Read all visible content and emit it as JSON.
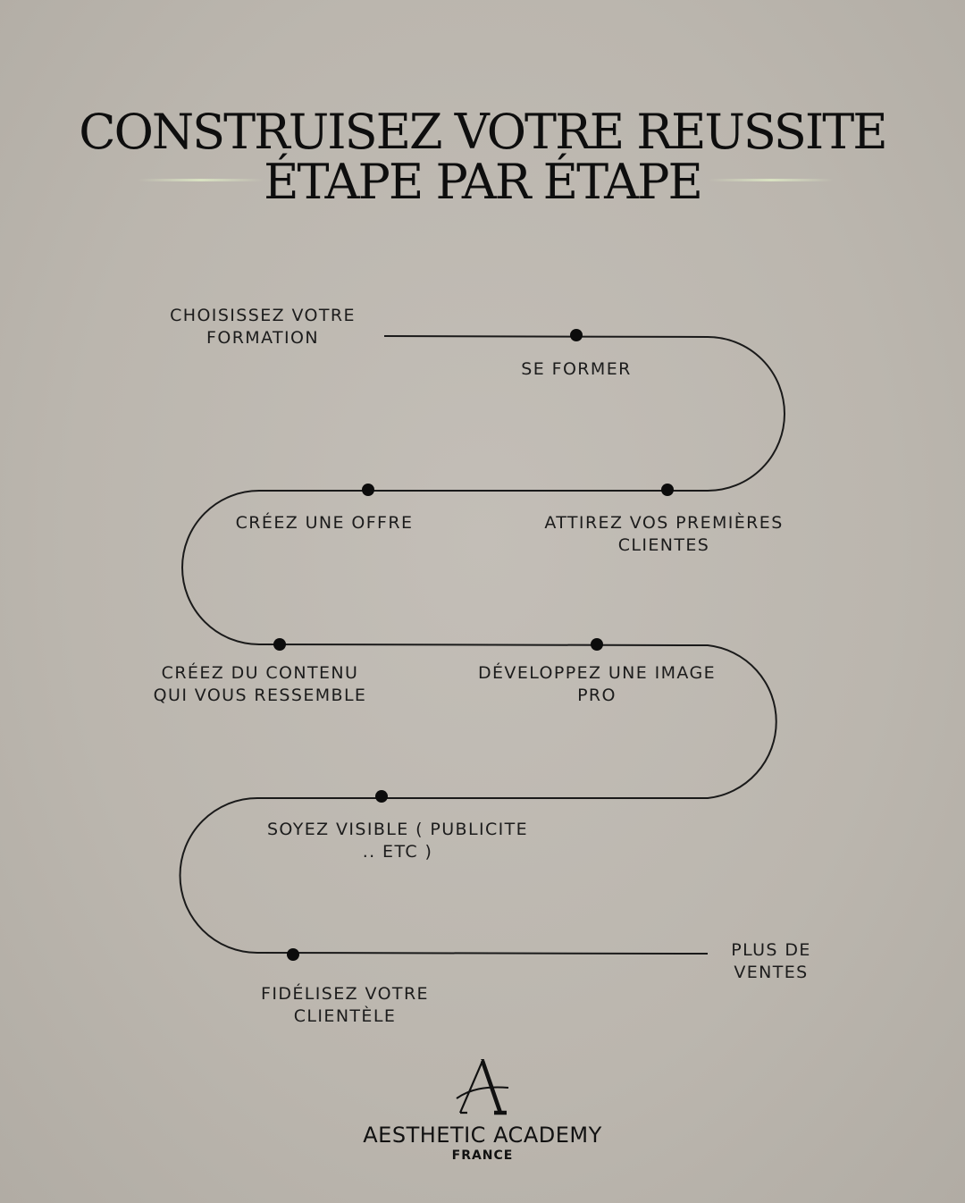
{
  "title": {
    "line1": "CONSTRUISEZ VOTRE REUSSITE",
    "line2": "ÉTAPE PAR ÉTAPE"
  },
  "steps": [
    "CHOISISSEZ VOTRE\nFORMATION",
    "SE FORMER",
    "ATTIREZ VOS PREMIÈRES\nCLIENTES",
    "CRÉEZ UNE OFFRE",
    "CRÉEZ DU CONTENU\nQUI VOUS RESSEMBLE",
    "DÉVELOPPEZ UNE IMAGE\nPRO",
    "SOYEZ VISIBLE ( PUBLICITE\n.. ETC )",
    "FIDÉLISEZ VOTRE\nCLIENTÈLE",
    "PLUS DE\nVENTES"
  ],
  "logo": {
    "name": "AESTHETIC ACADEMY",
    "subtitle": "FRANCE",
    "icon": "letter-a-logo-icon"
  },
  "colors": {
    "background": "#bdb8b0",
    "line": "#1a1a1a",
    "title": "#0e0e0e",
    "accent": "#d9e2c2"
  }
}
